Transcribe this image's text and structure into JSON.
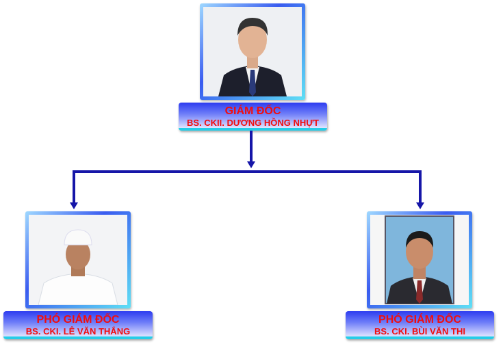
{
  "director": {
    "title": "GIÁM ĐỐC",
    "name": "BS. CKII. DƯƠNG HỒNG NHỰT"
  },
  "deputies": [
    {
      "title": "PHÓ GIÁM ĐỐC",
      "name": "BS. CKI. LÊ VĂN THẮNG"
    },
    {
      "title": "PHÓ GIÁM ĐỐC",
      "name": "BS. CKI. BÙI VĂN THI"
    }
  ],
  "colors": {
    "connector": "#1616a8",
    "label_text": "#f20d0d"
  }
}
